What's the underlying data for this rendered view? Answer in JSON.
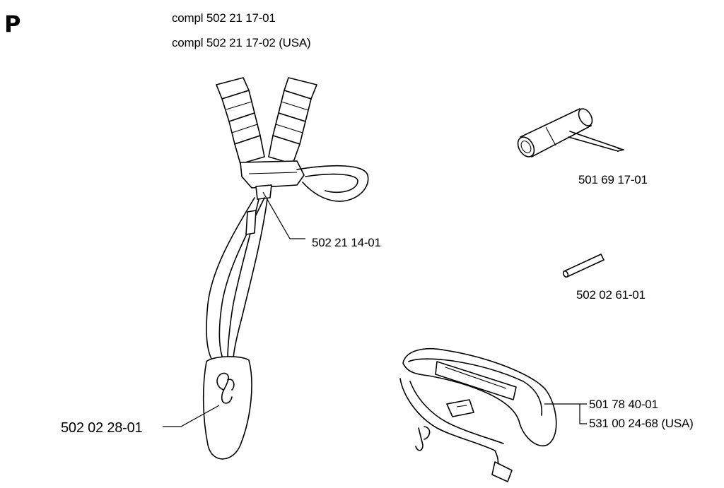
{
  "section": "P",
  "header": {
    "kit_line_1": "compl 502 21 17-01",
    "kit_line_2": "compl 502 21 17-02 (USA)"
  },
  "parts": {
    "harness_buckle": "502 21 14-01",
    "hip_pad_hook": "502 02 28-01",
    "combination_wrench": "501 69  17-01",
    "pin": "502 02 61-01",
    "hip_pad": "501 78 40-01",
    "hip_pad_usa": "531 00 24-68 (USA)"
  }
}
